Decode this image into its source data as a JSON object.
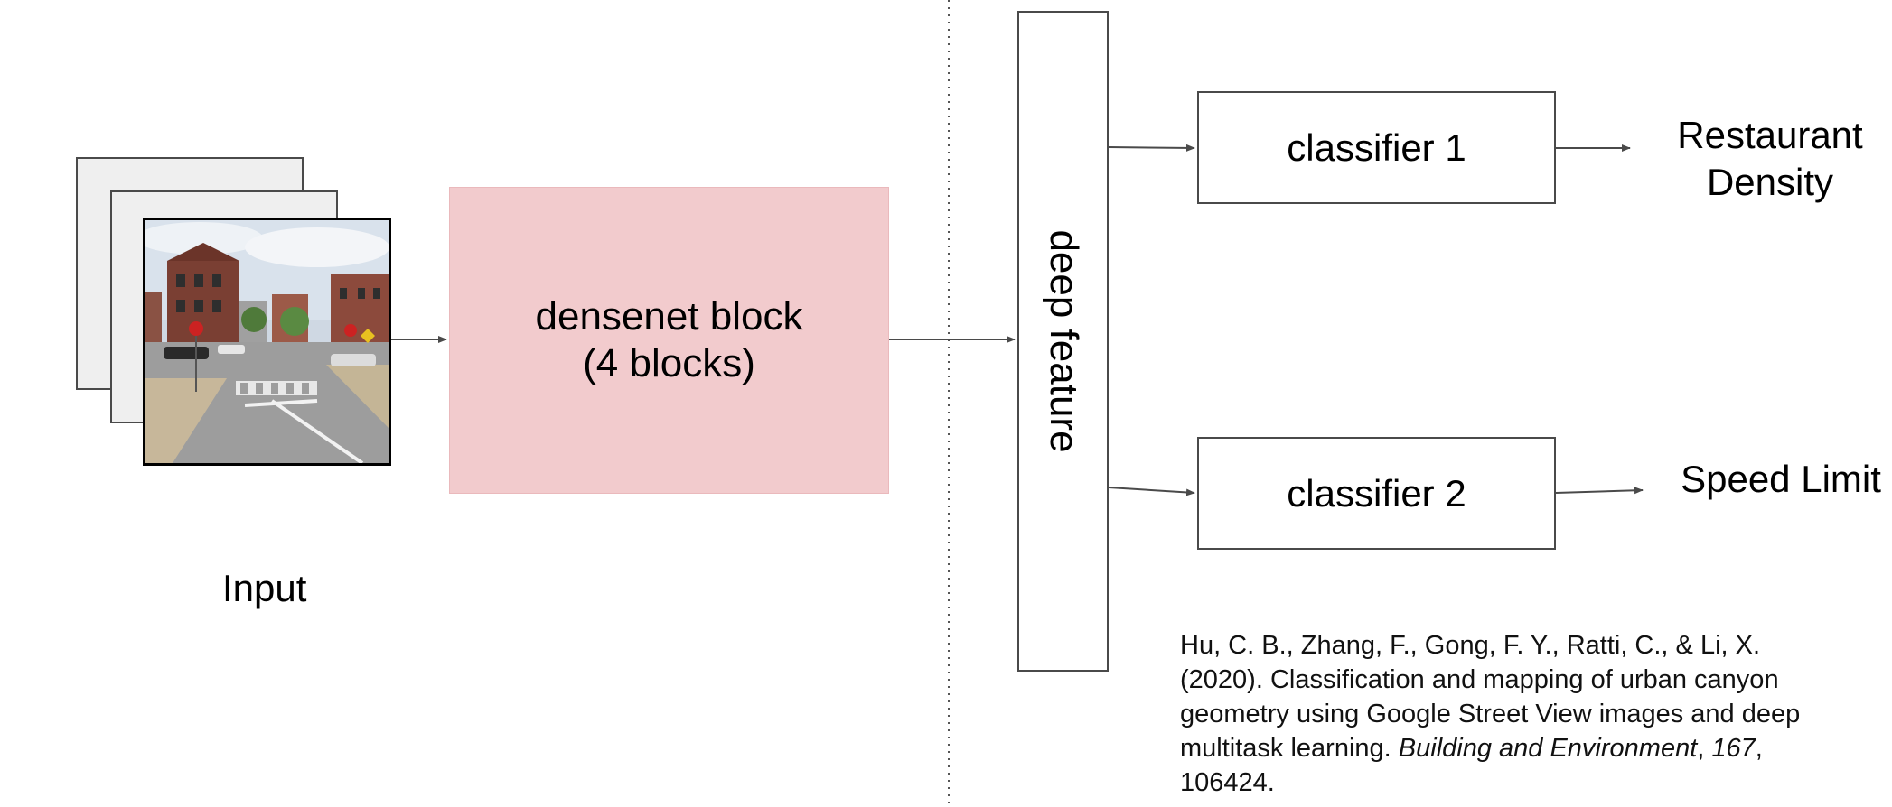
{
  "input": {
    "label": "Input"
  },
  "densenet": {
    "line1": "densenet block",
    "line2": "(4 blocks)",
    "fill": "#f2cbcd"
  },
  "feature": {
    "label": "deep feature"
  },
  "classifiers": [
    {
      "label": "classifier 1",
      "output_line1": "Restaurant",
      "output_line2": "Density"
    },
    {
      "label": "classifier 2",
      "output_line1": "Speed Limit"
    }
  ],
  "citation": {
    "authors": "Hu, C. B., Zhang, F., Gong, F. Y., Ratti, C., & Li, X.",
    "body": "(2020). Classification and mapping of urban canyon geometry using Google Street View images and deep multitask learning.",
    "journal": "Building and Environment",
    "volume": "167",
    "pages": "106424"
  }
}
